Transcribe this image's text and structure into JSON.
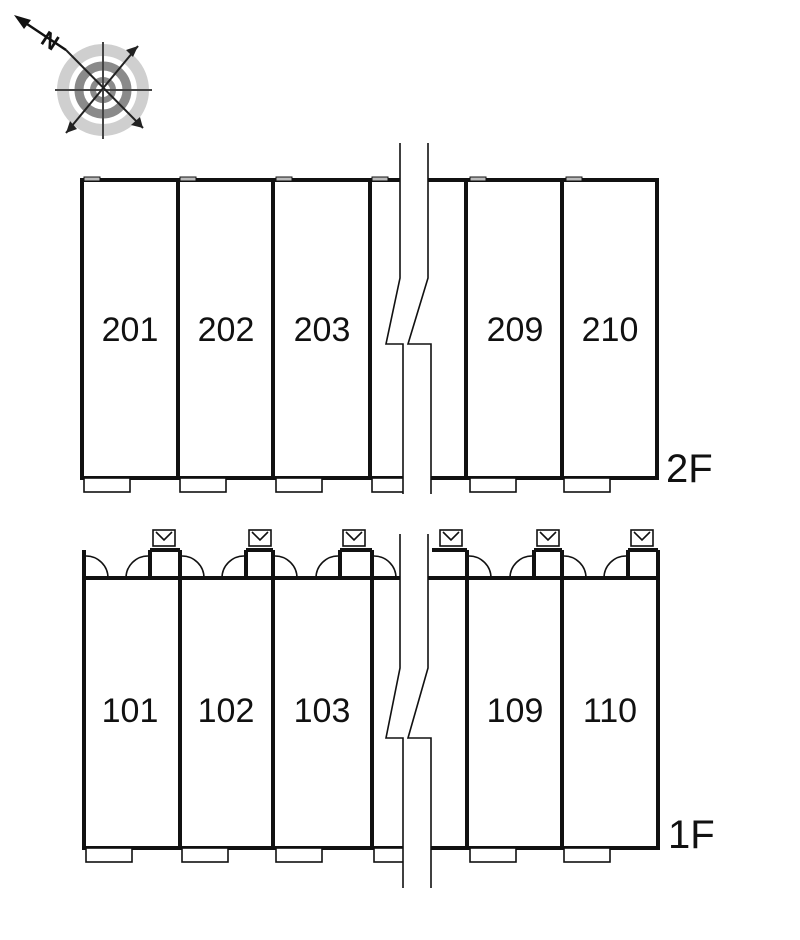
{
  "compass": {
    "north_label": "N"
  },
  "floors": [
    {
      "label": "2F",
      "units": [
        "201",
        "202",
        "203",
        "209",
        "210"
      ]
    },
    {
      "label": "1F",
      "units": [
        "101",
        "102",
        "103",
        "109",
        "110"
      ]
    }
  ]
}
